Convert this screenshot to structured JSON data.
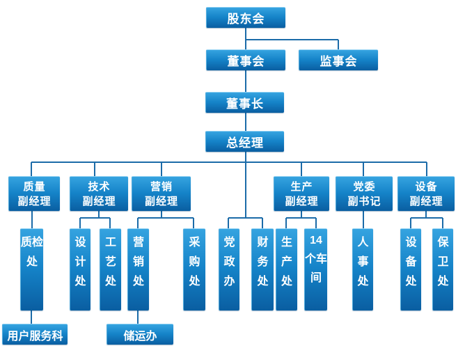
{
  "diagram": {
    "type": "org-chart",
    "structure": {
      "股东会": [
        "董事会",
        "监事会"
      ],
      "董事会": [
        "董事长"
      ],
      "董事长": [
        "总经理"
      ],
      "总经理": [
        "质量副经理",
        "技术副经理",
        "营销副经理",
        "党政办",
        "财务处",
        "生产副经理",
        "党委副书记",
        "设备副经理"
      ],
      "质量副经理": [
        "质检处"
      ],
      "技术副经理": [
        "设计处",
        "工艺处"
      ],
      "营销副经理": [
        "营销处",
        "采购处"
      ],
      "生产副经理": [
        "生产处",
        "14个车间"
      ],
      "党委副书记": [
        "人事处"
      ],
      "设备副经理": [
        "设备处",
        "保卫处"
      ],
      "质检处": [
        "用户服务科"
      ],
      "营销处": [
        "储运办"
      ]
    }
  },
  "nodes": {
    "shareholders": "股东会",
    "board": "董事会",
    "supervisory": "监事会",
    "chairman": "董事长",
    "general_manager": "总经理",
    "deputies": [
      {
        "line1": "质量",
        "line2": "副经理"
      },
      {
        "line1": "技术",
        "line2": "副经理"
      },
      {
        "line1": "营销",
        "line2": "副经理"
      },
      {
        "line1": "生产",
        "line2": "副经理"
      },
      {
        "line1": "党委",
        "line2": "副书记"
      },
      {
        "line1": "设备",
        "line2": "副经理"
      }
    ],
    "departments": [
      "质检处",
      "设计处",
      "工艺处",
      "营销处",
      "采购处",
      "党政办",
      "财务处",
      "生产处",
      "14个车间",
      "人事处",
      "设备处",
      "保卫处"
    ],
    "sub_departments": [
      "用户服务科",
      "储运办"
    ]
  },
  "colors": {
    "box_gradient_top": "#35a3e0",
    "box_gradient_mid": "#1583c8",
    "box_gradient_bottom": "#0a5ea1",
    "box_top_highlight": "#8fd0f2",
    "connector": "#1b6ba8",
    "text": "#ffffff",
    "background": "#ffffff"
  }
}
